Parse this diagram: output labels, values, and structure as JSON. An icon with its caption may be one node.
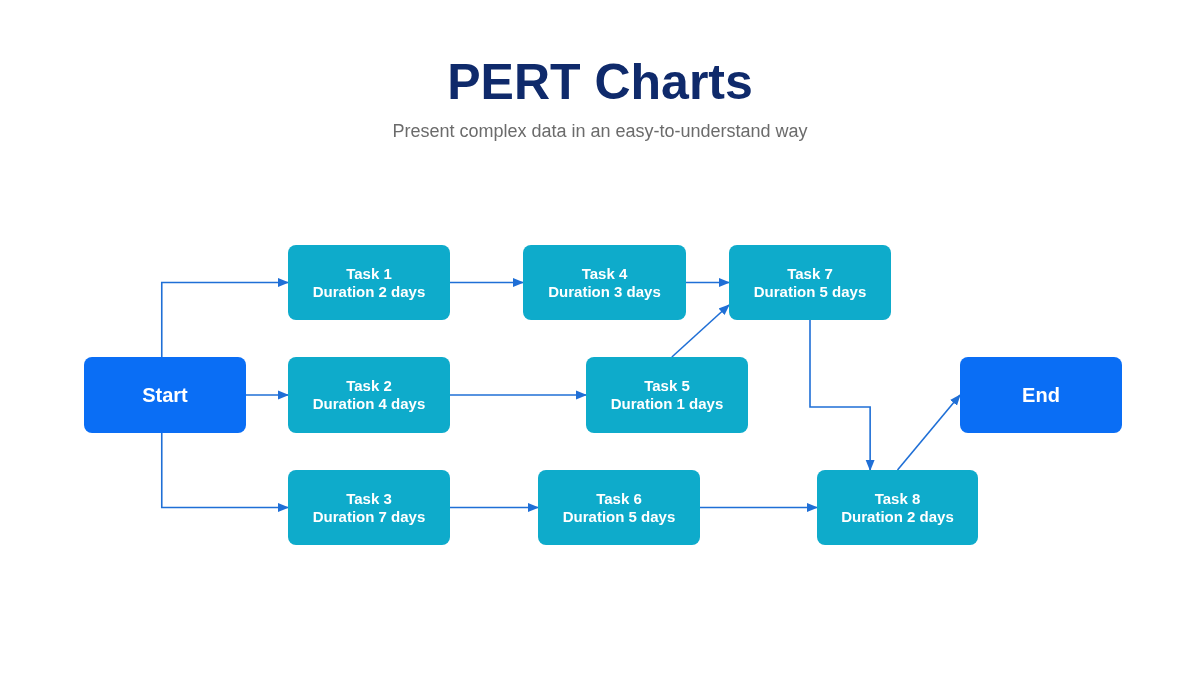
{
  "diagram": {
    "title": "PERT Charts",
    "caption": "Present complex data in an easy-to-understand way",
    "nodes": [
      {
        "text": [
          "Start"
        ]
      },
      {
        "text": [
          "Task 1",
          "Duration 2 days"
        ]
      },
      {
        "text": [
          "Task 2",
          "Duration 4 days"
        ]
      },
      {
        "text": [
          "Task 3",
          "Duration 7 days"
        ]
      },
      {
        "text": [
          "Task 4",
          "Duration 3 days"
        ]
      },
      {
        "text": [
          "Task 5",
          "Duration 1 days"
        ]
      },
      {
        "text": [
          "Task 6",
          "Duration 5 days"
        ]
      },
      {
        "text": [
          "Task 7",
          "Duration 5 days"
        ]
      },
      {
        "text": [
          "Task 8",
          "Duration 2 days"
        ]
      },
      {
        "text": [
          "End"
        ]
      }
    ],
    "edges": [
      {
        "from": 0,
        "to": 1,
        "arrow": "to"
      },
      {
        "from": 0,
        "to": 2,
        "arrow": "to"
      },
      {
        "from": 0,
        "to": 3,
        "arrow": "to"
      },
      {
        "from": 1,
        "to": 4,
        "arrow": "to"
      },
      {
        "from": 2,
        "to": 5,
        "arrow": "to"
      },
      {
        "from": 4,
        "to": 7,
        "arrow": "to"
      },
      {
        "from": 5,
        "to": 7,
        "arrow": "to"
      },
      {
        "from": 7,
        "to": 8,
        "arrow": "to"
      },
      {
        "from": 3,
        "to": 6,
        "arrow": "to"
      },
      {
        "from": 6,
        "to": 8,
        "arrow": "to"
      },
      {
        "from": 8,
        "to": 9,
        "arrow": "to"
      }
    ]
  }
}
